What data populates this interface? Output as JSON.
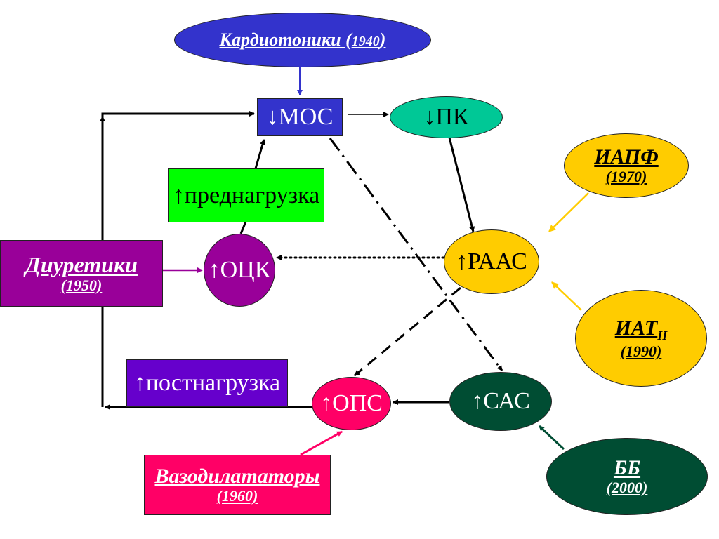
{
  "colors": {
    "cardiotonics": "#3333cc",
    "mos": "#3333cc",
    "pk": "#00c896",
    "preload": "#00ff00",
    "ock": "#990099",
    "diuretics": "#990099",
    "raas": "#ffcc00",
    "iapf": "#ffcc00",
    "iat": "#ffcc00",
    "afterload": "#6600cc",
    "ops": "#ff0066",
    "vasodilators": "#ff0066",
    "sas": "#004d33",
    "bb": "#004d33"
  },
  "nodes": {
    "cardiotonics": {
      "name": "Кардиотоники (",
      "year": "1940",
      "close": ")"
    },
    "mos": {
      "arrow": "↓",
      "label": "МОС"
    },
    "pk": {
      "arrow": "↓",
      "label": "ПК"
    },
    "preload": {
      "arrow": "↑",
      "label": "преднагрузка"
    },
    "ock": {
      "arrow": "↑",
      "label": "ОЦК"
    },
    "diuretics": {
      "name": "Диуретики",
      "year": "(1950)"
    },
    "raas": {
      "arrow": "↑",
      "label": "РААС"
    },
    "iapf": {
      "name": "ИАПФ",
      "year": "(1970)"
    },
    "iat": {
      "name": "ИАТ",
      "sub": "II",
      "year": "(1990)"
    },
    "afterload": {
      "arrow": "↑",
      "label": "постнагрузка"
    },
    "ops": {
      "arrow": "↑",
      "label": "ОПС"
    },
    "sas": {
      "arrow": "↑",
      "label": "САС"
    },
    "vasodilators": {
      "name": "Вазодилататоры",
      "year": "(1960)"
    },
    "bb": {
      "name": "ББ",
      "year": "(2000)"
    }
  },
  "edges": [
    {
      "from": "cardiotonics",
      "to": "mos",
      "style": "solid",
      "color": "#3333cc"
    },
    {
      "from": "mos",
      "to": "pk",
      "style": "solid",
      "color": "#000000"
    },
    {
      "from": "pk",
      "to": "raas",
      "style": "solid",
      "color": "#000000"
    },
    {
      "from": "iapf",
      "to": "raas",
      "style": "solid",
      "color": "#ffcc00"
    },
    {
      "from": "iat",
      "to": "raas",
      "style": "solid",
      "color": "#ffcc00"
    },
    {
      "from": "raas",
      "to": "ock",
      "style": "dotted",
      "color": "#000000"
    },
    {
      "from": "raas",
      "to": "ops",
      "style": "dashed",
      "color": "#000000"
    },
    {
      "from": "mos",
      "to": "sas",
      "style": "dash-dot",
      "color": "#000000"
    },
    {
      "from": "ock",
      "to": "preload",
      "style": "solid",
      "color": "#000000"
    },
    {
      "from": "preload",
      "to": "mos",
      "style": "solid",
      "color": "#000000"
    },
    {
      "from": "diuretics",
      "to": "ock",
      "style": "solid",
      "color": "#990099"
    },
    {
      "from": "diuretics",
      "to": "mos",
      "style": "solid",
      "color": "#000000"
    },
    {
      "from": "ops",
      "to": "afterload",
      "style": "solid",
      "color": "#000000"
    },
    {
      "from": "sas",
      "to": "ops",
      "style": "solid",
      "color": "#000000"
    },
    {
      "from": "vasodilators",
      "to": "ops",
      "style": "solid",
      "color": "#ff0066"
    },
    {
      "from": "bb",
      "to": "sas",
      "style": "solid",
      "color": "#004d33"
    }
  ]
}
